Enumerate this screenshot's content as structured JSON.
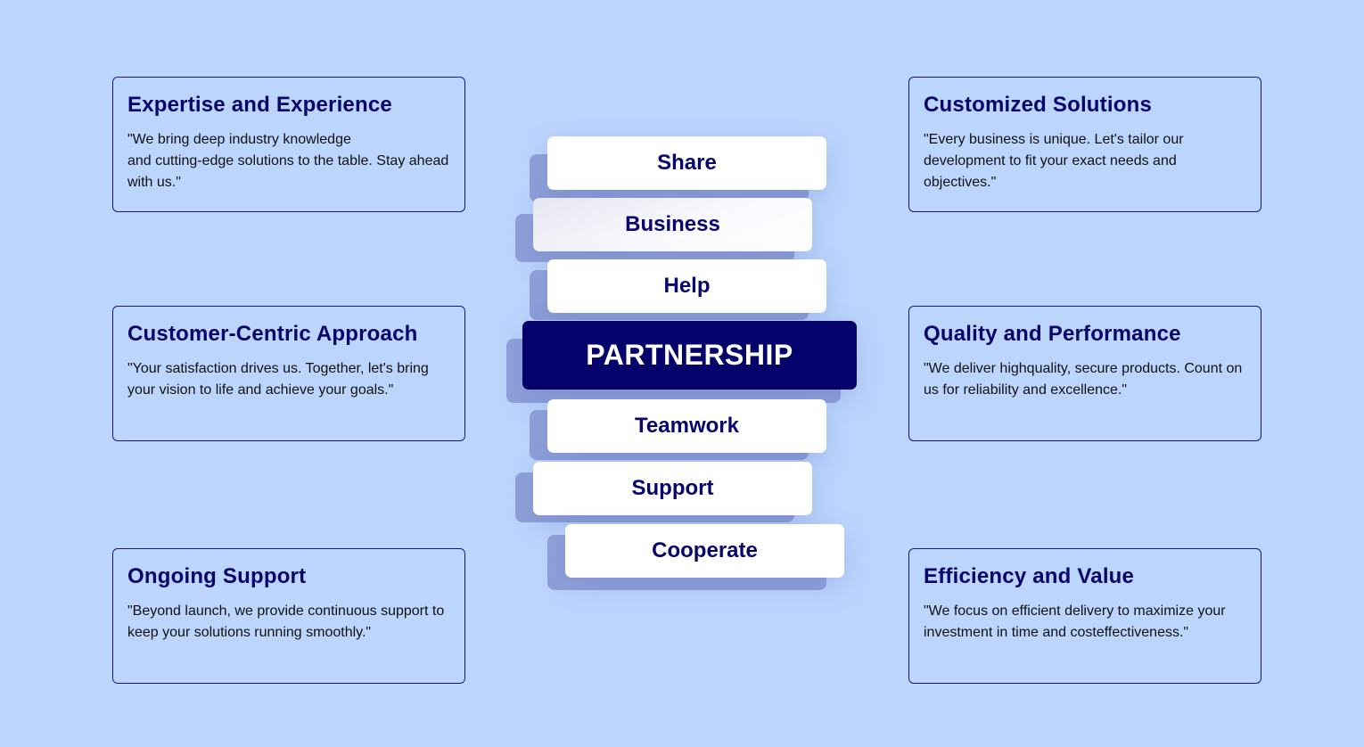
{
  "cards": [
    {
      "title": "Expertise and Experience",
      "body": "\"We bring deep industry knowledge\nand cutting-edge solutions to the table. Stay ahead with us.\""
    },
    {
      "title": "Customer-Centric Approach",
      "body": "\"Your satisfaction drives us. Together, let's bring your vision to life and achieve your goals.\""
    },
    {
      "title": "Ongoing Support",
      "body": "\"Beyond launch, we provide continuous support to keep your solutions running smoothly.\""
    },
    {
      "title": "Customized Solutions",
      "body": "\"Every business is unique. Let's tailor our development to fit your exact needs and objectives.\""
    },
    {
      "title": "Quality and Performance",
      "body": "\"We deliver highquality, secure products. Count on us for reliability and excellence.\""
    },
    {
      "title": "Efficiency and Value",
      "body": "\"We focus on efficient delivery to maximize your investment in time and costeffectiveness.\""
    }
  ],
  "stack": [
    "Share",
    "Business",
    "Help",
    "PARTNERSHIP",
    "Teamwork",
    "Support",
    "Cooperate"
  ],
  "colors": {
    "background": "#bcd5fd",
    "navy": "#05036b",
    "shadow": "#8fa0d8"
  }
}
